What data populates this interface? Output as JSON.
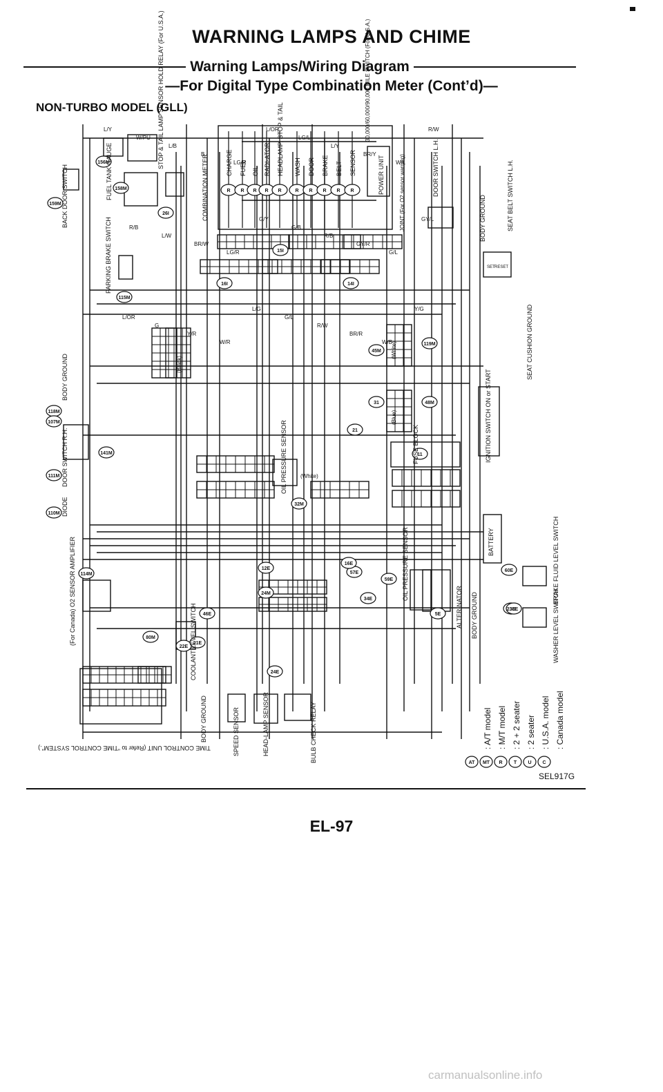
{
  "title": "WARNING LAMPS AND CHIME",
  "subtitle": "Warning Lamps/Wiring Diagram",
  "subtitle2": "—For Digital Type Combination Meter (Cont’d)—",
  "section": "NON-TURBO MODEL (GLL)",
  "labels": {
    "back_door_switch": "BACK DOOR SWITCH",
    "fuel_tank_gauge": "FUEL TANK GAUGE",
    "stop_tail_sensor": "STOP & TAIL LAMP SENSOR HOLD RELAY (For U.S.A.)",
    "combination_meter": "COMBINATION METER",
    "parking_brake_switch": "PARKING BRAKE SWITCH",
    "body_ground": "BODY GROUND",
    "door_switch_rh": "DOOR SWITCH R.H.",
    "diode": "DIODE",
    "o2_sensor_amplifier": "(For Canada) O2 SENSOR AMPLIFIER",
    "time_control_unit": "TIME CONTROL UNIT (Refer to “TIME CONTROL SYSTEM”.)",
    "coolant_level_switch": "COOLANT LEVEL SWITCH",
    "speed_sensor": "SPEED SENSOR",
    "head_lamp_sensor": "HEAD-LAMP SENSOR",
    "bulb_check_relay": "BULB CHECK RELAY",
    "oil_pressure_sensor": "OIL PRESSURE SENSOR",
    "alternator": "ALTER-NATOR",
    "fuse_block": "FUSE BLOCK",
    "ignition_switch": "IGNITION SWITCH ON or START",
    "battery": "BATTERY",
    "door_switch_lh": "DOOR SWITCH L.H.",
    "seat_belt_switch_lh": "SEAT BELT SWITCH L.H.",
    "seat_cushion_ground": "SEAT CUSHION GROUND",
    "brake_fluid_level_switch": "BRAKE FLUID LEVEL SWITCH",
    "washer_level_switch": "WASHER LEVEL SWITCH",
    "power_unit": "POWER UNIT",
    "mile_switch": "30,000/60,000/90,000 MILE SWITCH (For U.S.A.)",
    "joint": "JOINT (For O2 sensor warning)",
    "set": "SET",
    "reset": "RESET"
  },
  "meter_lamps": [
    "CHARGE",
    "FUEL",
    "OIL",
    "RADI-ATOR",
    "HEADLAMP, STOP & TAIL",
    "WASH",
    "DOOR",
    "BRAKE",
    "BELT",
    "SENSOR"
  ],
  "connectors": [
    "159M",
    "156M",
    "158M",
    "26I",
    "115M",
    "15I",
    "16I",
    "14I",
    "118M",
    "107M",
    "141M",
    "111M",
    "110M",
    "114M",
    "80M",
    "119M",
    "48M",
    "45M",
    "31",
    "21",
    "11",
    "32M",
    "12E",
    "24M",
    "5E",
    "59E",
    "57E",
    "16E",
    "34E",
    "22E",
    "21E",
    "23E",
    "24E",
    "46E",
    "60E",
    "38E"
  ],
  "wires": [
    "L/Y",
    "W/PU",
    "L/B",
    "B",
    "LG/R",
    "L/OR",
    "LG/L",
    "L/Y",
    "BR/Y",
    "W/L",
    "R/W",
    "R/B",
    "L/W",
    "BR/W",
    "LG/R",
    "G/Y",
    "G/B",
    "R/B",
    "GY/R",
    "G/L",
    "GY/L",
    "L/OR",
    "G",
    "Y/R",
    "W/R",
    "L/G",
    "G/L",
    "R/W",
    "BR/R",
    "W/B",
    "Y/G"
  ],
  "connector_colors": {
    "black": "(Black)",
    "blue": "(Blue)",
    "white": "(White)",
    "white_lower": "(White)"
  },
  "legend": [
    {
      "symbol": "AT",
      "text": ": A/T model"
    },
    {
      "symbol": "MT",
      "text": ": M/T model"
    },
    {
      "symbol": "R",
      "text": ": 2 + 2 seater"
    },
    {
      "symbol": "T",
      "text": ": 2 seater"
    },
    {
      "symbol": "U",
      "text": ": U.S.A. model"
    },
    {
      "symbol": "C",
      "text": ": Canada model"
    }
  ],
  "diagram_code": "SEL917G",
  "page_number": "EL-97",
  "watermark": "carmanualsonline.info",
  "colors": {
    "ink": "#111111",
    "paper": "#ffffff",
    "watermark": "#c0c0c0"
  }
}
